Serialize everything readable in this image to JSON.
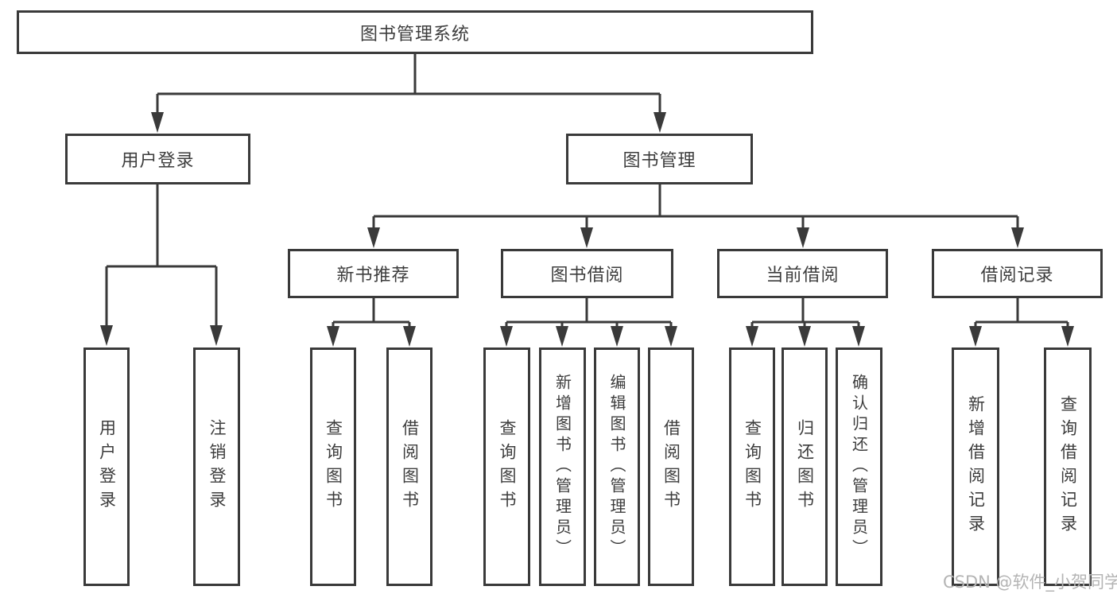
{
  "watermark": "CSDN @软件_小贺同学",
  "diagram": {
    "root": {
      "label": "图书管理系统"
    },
    "level2": {
      "user_login": {
        "label": "用户登录"
      },
      "book_mgmt": {
        "label": "图书管理"
      }
    },
    "level3": {
      "new_books": {
        "label": "新书推荐"
      },
      "book_borrow": {
        "label": "图书借阅"
      },
      "current_borrow": {
        "label": "当前借阅"
      },
      "borrow_records": {
        "label": "借阅记录"
      }
    },
    "level4": {
      "user_login_leaf": {
        "label": "用户登录"
      },
      "logout": {
        "label": "注销登录"
      },
      "nb_query": {
        "label": "查询图书"
      },
      "nb_borrow": {
        "label": "借阅图书"
      },
      "bb_query": {
        "label": "查询图书"
      },
      "bb_add": {
        "label": "新增图书（管理员）"
      },
      "bb_edit": {
        "label": "编辑图书（管理员）"
      },
      "bb_borrow": {
        "label": "借阅图书"
      },
      "cb_query": {
        "label": "查询图书"
      },
      "cb_return": {
        "label": "归还图书"
      },
      "cb_confirm": {
        "label": "确认归还（管理员）"
      },
      "br_add": {
        "label": "新增借阅记录"
      },
      "br_query": {
        "label": "查询借阅记录"
      }
    }
  }
}
